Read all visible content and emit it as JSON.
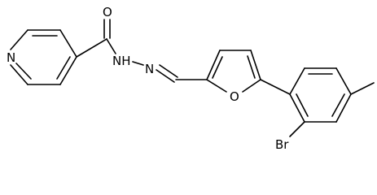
{
  "atoms": {
    "pyridine_n": "N",
    "carbonyl_o": "O",
    "hydrazide_nh": "NH",
    "hydrazone_n": "N",
    "furan_o": "O",
    "bromo": "Br"
  },
  "colors": {
    "bond": "#000000",
    "label": "#000000",
    "background": "#ffffff"
  }
}
